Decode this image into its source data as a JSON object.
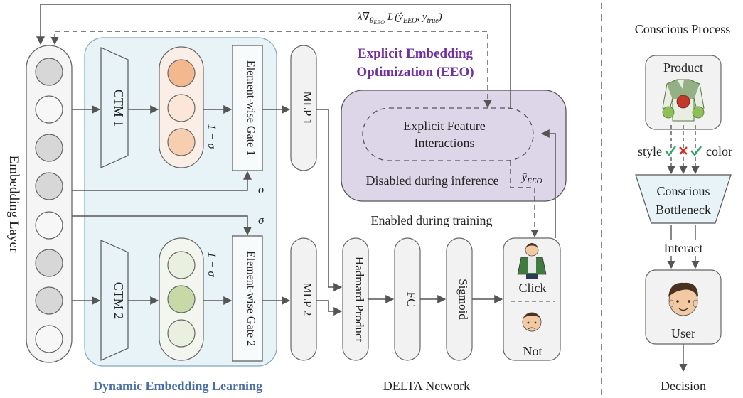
{
  "colors": {
    "panel_bg": "#e8f3f7",
    "eeo_bg": "#ddd6e8",
    "eeo_title": "#7030a0",
    "del_title": "#4a6fa5",
    "arrow": "#555555",
    "gate1_top": "#f4b88f",
    "gate1_mid": "#fbe6d8",
    "gate1_bot": "#f7cfb0",
    "gate2_top": "#eaf0df",
    "gate2_mid": "#c8d9a8",
    "gate2_bot": "#eaf0df"
  },
  "embedding": {
    "label": "Embedding Layer",
    "slots": 8
  },
  "del": {
    "title": "Dynamic Embedding Learning"
  },
  "ctm1": {
    "label": "CTM 1"
  },
  "ctm2": {
    "label": "CTM 2"
  },
  "gate1": {
    "label": "Element-wise Gate 1",
    "one_minus_sigma": "1 − σ",
    "sigma": "σ"
  },
  "gate2": {
    "label": "Element-wise Gate 2",
    "one_minus_sigma": "1 − σ",
    "sigma": "σ"
  },
  "mlp1": {
    "label": "MLP 1"
  },
  "mlp2": {
    "label": "MLP 2"
  },
  "hadamard": {
    "label": "Hadmard Product"
  },
  "fc": {
    "label": "FC"
  },
  "sigmoid": {
    "label": "Sigmoid"
  },
  "output": {
    "click": "Click",
    "not": "Not"
  },
  "eeo": {
    "title_line1": "Explicit Embedding",
    "title_line2": "Optimization (EEO)",
    "feature_line1": "Explicit Feature",
    "feature_line2": "Interactions",
    "disabled": "Disabled during inference",
    "enabled": "Enabled during training",
    "y_hat": "ŷ",
    "y_sub": "EEO"
  },
  "gradient": {
    "lambda": "λ∇",
    "theta": "θ",
    "theta_sub": "EEO",
    "L": "L",
    "y_hat": "ŷ",
    "y_hat_sub": "EEO",
    "y_true": "y",
    "y_true_sub": "true"
  },
  "network_label": "DELTA Network",
  "conscious": {
    "title": "Conscious Process",
    "product": "Product",
    "style": "style",
    "color": "color",
    "bottleneck_line1": "Conscious",
    "bottleneck_line2": "Bottleneck",
    "interact": "Interact",
    "user": "User",
    "decision": "Decision"
  }
}
